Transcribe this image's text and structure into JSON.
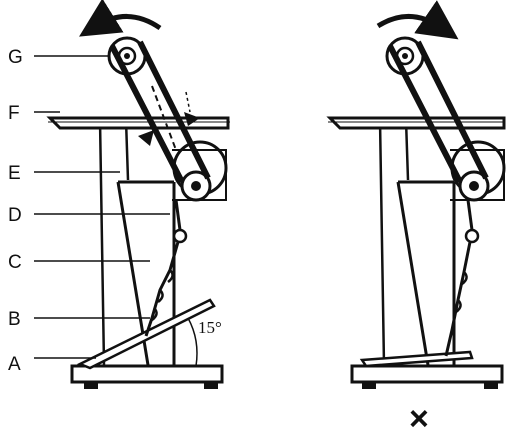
{
  "labels": {
    "G": "G",
    "F": "F",
    "E": "E",
    "D": "D",
    "C": "C",
    "B": "B",
    "A": "A"
  },
  "angle_text": "15°",
  "wrong_mark": "×",
  "colors": {
    "ink": "#111111",
    "paper": "#ffffff"
  },
  "icons": {
    "left_rotation": "rotate-counterclockwise-arrow",
    "right_rotation": "rotate-clockwise-arrow"
  }
}
